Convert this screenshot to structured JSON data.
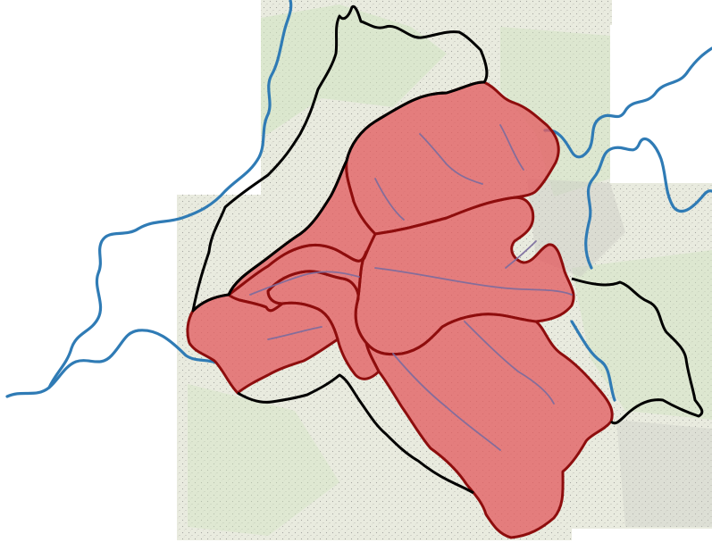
{
  "map": {
    "colors": {
      "background": "#ffffff",
      "topo_base": "#e9ebdf",
      "topo_green": "#cfe3bf",
      "topo_grey": "#c9c9c3",
      "river": "#2f7bb5",
      "tributary": "#7b6c9e",
      "boundary_outer": "#000000",
      "zone_fill": "#e35d62",
      "zone_stroke": "#8e0d0d"
    },
    "layers": [
      "topographic-base",
      "river",
      "study-area-boundary",
      "sub-basins"
    ]
  }
}
